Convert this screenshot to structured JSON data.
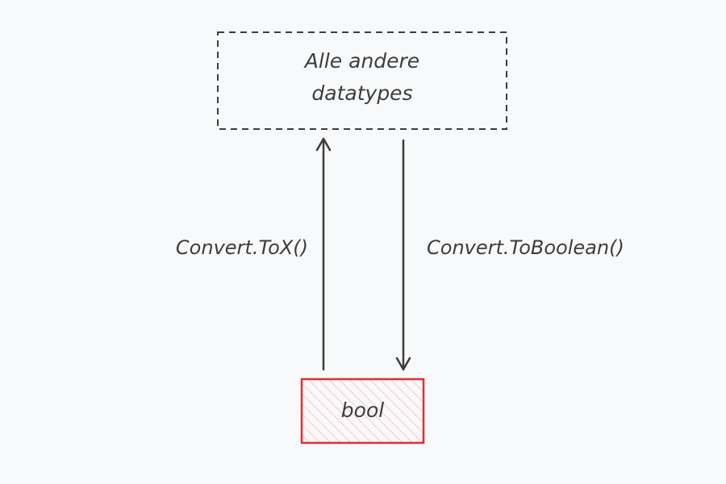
{
  "nodes": {
    "others": {
      "line1": "Alle andere",
      "line2": "datatypes",
      "border_style": "dashed",
      "stroke": "#3d3d3d"
    },
    "bool": {
      "label": "bool",
      "stroke": "#e03131",
      "fill": "#ffc9c9",
      "fill_pattern": "hachure"
    }
  },
  "edges": [
    {
      "from": "bool",
      "to": "others",
      "label": "Convert.ToX()"
    },
    {
      "from": "others",
      "to": "bool",
      "label": "Convert.ToBoolean()"
    }
  ],
  "colors": {
    "background": "#f8f9fa",
    "ink": "#3d3d3d",
    "accent": "#e03131"
  }
}
